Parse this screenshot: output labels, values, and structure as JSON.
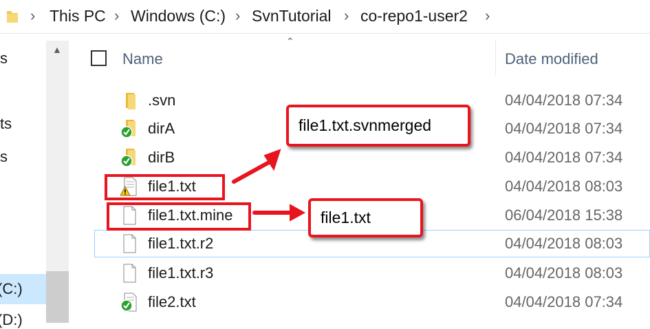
{
  "address_bar": {
    "crumbs": [
      "This PC",
      "Windows (C:)",
      "SvnTutorial",
      "co-repo1-user2"
    ]
  },
  "nav_pane": {
    "items": [
      "s",
      "ts",
      "s",
      "(C:)",
      "(D:)"
    ]
  },
  "columns": {
    "name": "Name",
    "date_modified": "Date modified"
  },
  "files": [
    {
      "name": ".svn",
      "date": "04/04/2018 07:34",
      "icon": "folder-icon"
    },
    {
      "name": "dirA",
      "date": "04/04/2018 07:34",
      "icon": "folder-svn-ok-icon"
    },
    {
      "name": "dirB",
      "date": "04/04/2018 07:34",
      "icon": "folder-svn-ok-icon"
    },
    {
      "name": "file1.txt",
      "date": "04/04/2018 08:03",
      "icon": "file-conflict-icon"
    },
    {
      "name": "file1.txt.mine",
      "date": "06/04/2018 15:38",
      "icon": "file-icon"
    },
    {
      "name": "file1.txt.r2",
      "date": "04/04/2018 08:03",
      "icon": "file-icon"
    },
    {
      "name": "file1.txt.r3",
      "date": "04/04/2018 08:03",
      "icon": "file-icon"
    },
    {
      "name": "file2.txt",
      "date": "04/04/2018 07:34",
      "icon": "file-svn-ok-icon"
    }
  ],
  "annotations": {
    "callout_merged": "file1.txt.svnmerged",
    "callout_file": "file1.txt"
  },
  "colors": {
    "annotation_red": "#e8141e",
    "svn_ok_green": "#2aa12f",
    "folder_yellow": "#f3c94e"
  }
}
